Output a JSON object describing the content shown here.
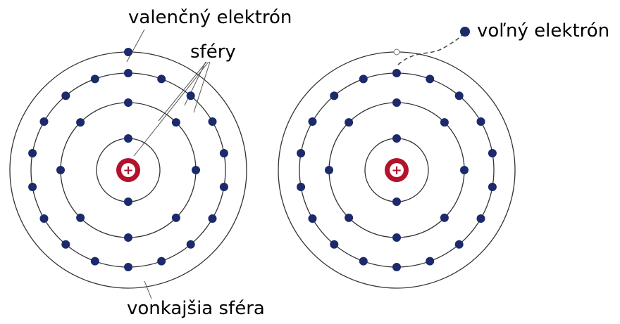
{
  "labels": {
    "valence_electron": "valenčný elektrón",
    "spheres": "sféry",
    "outer_sphere": "vonkajšia sféra",
    "free_electron": "voľný elektrón",
    "nucleus_sign": "+"
  },
  "colors": {
    "electron": "#1b2a6b",
    "nucleus_ring": "#b3122a",
    "nucleus_core": "#ffffff",
    "orbit": "#333333",
    "text": "#000000"
  },
  "atoms": [
    {
      "name": "atom-bound",
      "shells": [
        {
          "electrons": 2
        },
        {
          "electrons": 8
        },
        {
          "electrons": 18
        },
        {
          "electrons": 1
        }
      ]
    },
    {
      "name": "atom-ionized",
      "shells": [
        {
          "electrons": 2
        },
        {
          "electrons": 8
        },
        {
          "electrons": 18
        },
        {
          "electrons": 0,
          "vacancy": true
        }
      ],
      "free_electron": true
    }
  ]
}
